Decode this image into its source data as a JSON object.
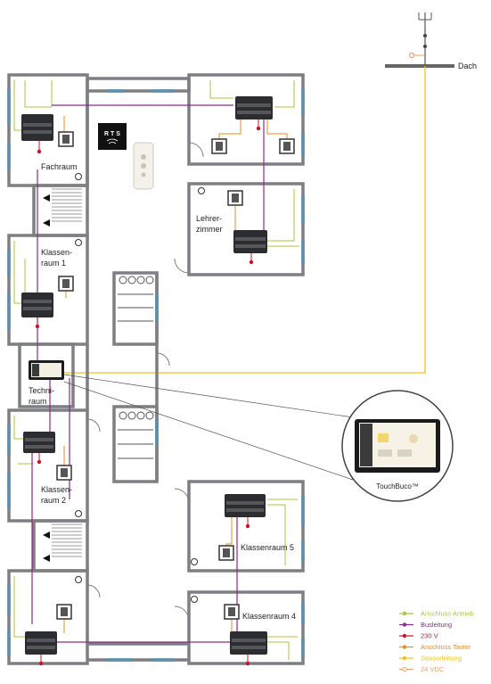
{
  "rooms": {
    "fachraum": "Fachraum",
    "lehrer_1": "Lehrer-",
    "lehrer_2": "zimmer",
    "klassen1_1": "Klassen-",
    "klassen1_2": "raum 1",
    "technik_1": "Techni-",
    "technik_2": "raum",
    "klassen2_1": "Klassen-",
    "klassen2_2": "raum 2",
    "klassen5": "Klassenraum 5",
    "klassen4": "Klassenraum 4"
  },
  "roof_label": "Dach",
  "rts_label": "R T S",
  "callout_label": "TouchBuco™",
  "legend": [
    {
      "text": "Anschluss Antrieb",
      "color": "#a9c63a"
    },
    {
      "text": "Busleitung",
      "color": "#8a2c8a"
    },
    {
      "text": "230 V",
      "color": "#c8142a"
    },
    {
      "text": "Anschluss Taster",
      "color": "#f08a1e"
    },
    {
      "text": "Sensorleitung",
      "color": "#f3c21a"
    },
    {
      "text": "24 VDC",
      "color": "#e8a070"
    }
  ],
  "colors": {
    "wall": "#7d7f82",
    "window": "#5a8fb0",
    "drive": "#a9c63a",
    "bus": "#8a2c8a",
    "power": "#c8142a",
    "switch": "#f08a1e",
    "sensor": "#f3c21a",
    "vdc": "#e8a070"
  }
}
